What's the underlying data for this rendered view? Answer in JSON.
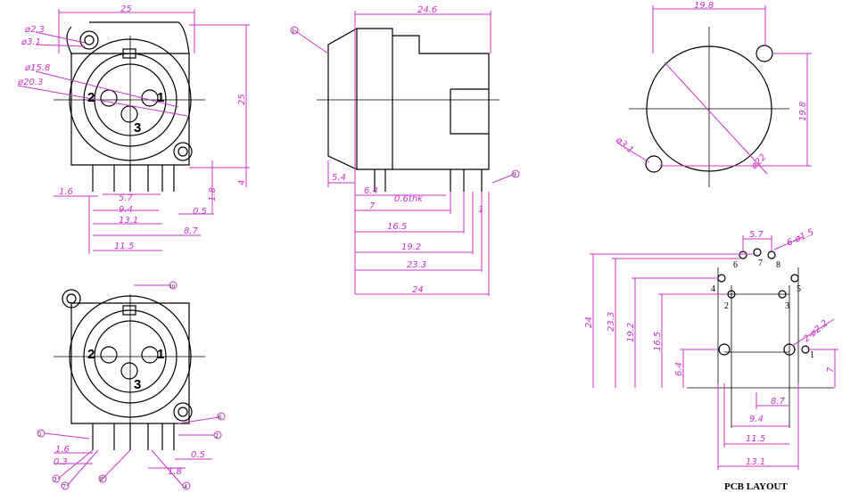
{
  "front_view": {
    "dims": {
      "width": "25",
      "height": "25",
      "d_small_hole": "ø2.3",
      "d_hole": "ø3.1",
      "d_inner": "ø15.8",
      "d_outer": "ø20.3",
      "foot": "4",
      "pin_16": "1.6",
      "pin_57": "5.7",
      "pin_94": "9.4",
      "pin_131": "13.1",
      "pin_115": "11.5",
      "pin_18": "1.8",
      "pin_05": "0.5",
      "pin_87": "8.7"
    },
    "pins": {
      "p1": "1",
      "p2": "2",
      "p3": "3"
    }
  },
  "side_view": {
    "dims": {
      "top": "24.6",
      "d54": "5.4",
      "d64": "6.4",
      "thk": "0.6thk",
      "d7": "7",
      "d165": "16.5",
      "d192": "19.2",
      "d233": "23.3",
      "d24": "24",
      "d1": "1"
    },
    "callouts": {
      "c1": "1",
      "c9": "9"
    }
  },
  "panel_cutout": {
    "dims": {
      "w": "19.8",
      "h": "19.8",
      "hole": "ø3.1",
      "diag": "ø22"
    }
  },
  "bottom_view": {
    "pins": {
      "p1": "1",
      "p2": "2",
      "p3": "3"
    },
    "dims": {
      "d16": "1.6",
      "d03": "0.3",
      "d05": "0.5",
      "d18": "1.8"
    },
    "callouts": {
      "c10": "10",
      "c6": "6",
      "c2": "2",
      "c5": "5",
      "c3": "3",
      "c7": "7",
      "c8": "8",
      "c4": "4"
    }
  },
  "pcb_layout": {
    "title": "PCB LAYOUT",
    "dims": {
      "d57": "5.7",
      "holes_small": "6-ø1.5",
      "holes_big": "2-ø2.2",
      "d24": "24",
      "d233": "23.3",
      "d192": "19.2",
      "d165": "16.5",
      "d64": "6.4",
      "d7": "7",
      "d87": "8.7",
      "d94": "9.4",
      "d115": "11.5",
      "d131": "13.1"
    },
    "holes": {
      "h1": "1",
      "h2": "2",
      "h3": "3",
      "h4": "4",
      "h5": "5",
      "h6": "6",
      "h7": "7",
      "h8": "8"
    }
  }
}
